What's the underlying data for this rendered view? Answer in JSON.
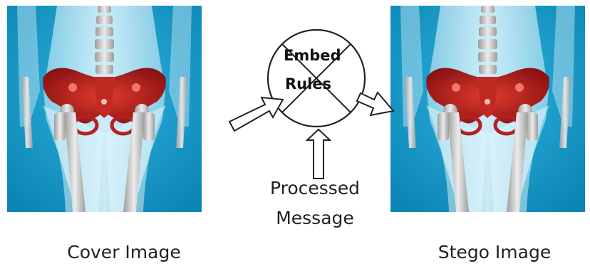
{
  "cover_caption": "Cover Image",
  "stego_caption": "Stego Image",
  "embed_rules": {
    "line1": "Embed",
    "line2": "Rules"
  },
  "processed_message": {
    "line1": "Processed",
    "line2": "Message"
  },
  "colors": {
    "background": "#1aa1cf",
    "bone": "#d8d8d8",
    "pelvis": "#a61a1a",
    "body": "#bfe6f3"
  }
}
